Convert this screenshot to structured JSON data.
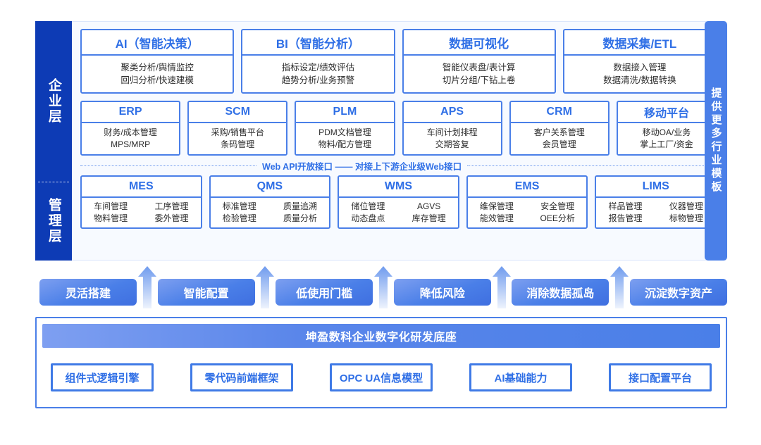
{
  "layers": {
    "enterprise_label": "企业层",
    "management_label": "管理层"
  },
  "right_panel": {
    "label": "提供更多行业模板"
  },
  "enterprise_row1": [
    {
      "title": "AI（智能决策）",
      "lines": [
        "聚类分析/舆情监控",
        "回归分析/快速建模"
      ]
    },
    {
      "title": "BI（智能分析）",
      "lines": [
        "指标设定/绩效评估",
        "趋势分析/业务预警"
      ]
    },
    {
      "title": "数据可视化",
      "lines": [
        "智能仪表盘/表计算",
        "切片分组/下钻上卷"
      ]
    },
    {
      "title": "数据采集/ETL",
      "lines": [
        "数据接入管理",
        "数据清洗/数据转换"
      ]
    }
  ],
  "enterprise_row2": [
    {
      "title": "ERP",
      "lines": [
        "财务/成本管理",
        "MPS/MRP"
      ]
    },
    {
      "title": "SCM",
      "lines": [
        "采购/销售平台",
        "条码管理"
      ]
    },
    {
      "title": "PLM",
      "lines": [
        "PDM文档管理",
        "物料/配方管理"
      ]
    },
    {
      "title": "APS",
      "lines": [
        "车间计划排程",
        "交期答复"
      ]
    },
    {
      "title": "CRM",
      "lines": [
        "客户关系管理",
        "会员管理"
      ]
    },
    {
      "title": "移动平台",
      "lines": [
        "移动OA/业务",
        "掌上工厂/资金"
      ]
    }
  ],
  "api_divider": {
    "text": "Web API开放接口 —— 对接上下游企业级Web接口"
  },
  "management_row": [
    {
      "title": "MES",
      "cells": [
        "车间管理",
        "工序管理",
        "物料管理",
        "委外管理"
      ]
    },
    {
      "title": "QMS",
      "cells": [
        "标准管理",
        "质量追溯",
        "检验管理",
        "质量分析"
      ]
    },
    {
      "title": "WMS",
      "cells": [
        "储位管理",
        "AGVS",
        "动态盘点",
        "库存管理"
      ]
    },
    {
      "title": "EMS",
      "cells": [
        "维保管理",
        "安全管理",
        "能效管理",
        "OEE分析"
      ]
    },
    {
      "title": "LIMS",
      "cells": [
        "样品管理",
        "仪器管理",
        "报告管理",
        "标物管理"
      ]
    }
  ],
  "benefits": [
    {
      "label": "灵活搭建"
    },
    {
      "label": "智能配置"
    },
    {
      "label": "低使用门槛"
    },
    {
      "label": "降低风险"
    },
    {
      "label": "消除数据孤岛"
    },
    {
      "label": "沉淀数字资产"
    }
  ],
  "foundation": {
    "bar_title": "坤盈数科企业数字化研发底座",
    "capabilities": [
      {
        "label": "组件式逻辑引擎"
      },
      {
        "label": "零代码前端框架"
      },
      {
        "label": "OPC UA信息模型"
      },
      {
        "label": "AI基础能力"
      },
      {
        "label": "接口配置平台"
      }
    ]
  },
  "colors": {
    "rail_blue": "#0d3bb5",
    "accent_blue": "#4a7fe8",
    "title_blue": "#2f6fe6",
    "panel_bg": "#f7faff",
    "arrow_light": "#dbe6fb"
  }
}
